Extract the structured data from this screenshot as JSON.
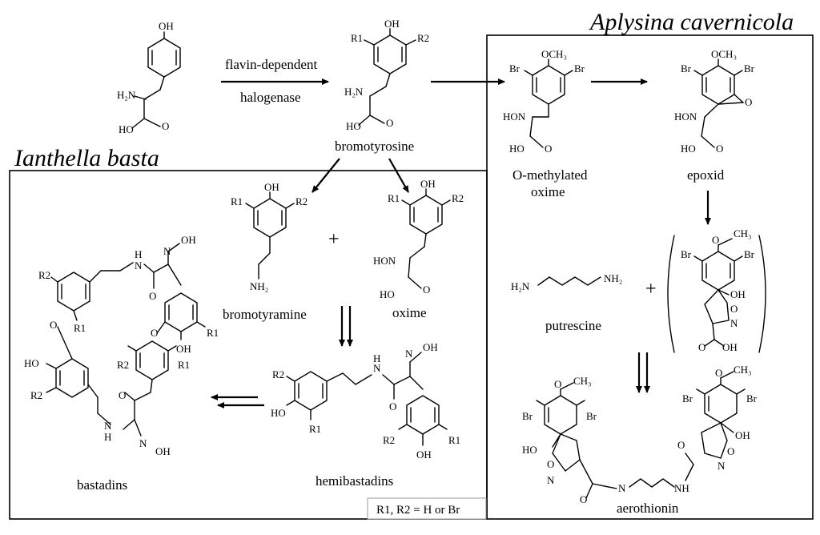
{
  "regions": {
    "aplysina": "Aplysina cavernicola",
    "ianthella": "Ianthella basta"
  },
  "enzyme": {
    "line1": "flavin-dependent",
    "line2": "halogenase"
  },
  "compounds": {
    "bromotyrosine": "bromotyrosine",
    "o_methylated_line1": "O-methylated",
    "o_methylated_line2": "oxime",
    "epoxid": "epoxid",
    "putrescine": "putrescine",
    "aerothionin": "aerothionin",
    "bromotyramine": "bromotyramine",
    "oxime": "oxime",
    "hemibastadins": "hemibastadins",
    "bastadins": "bastadins"
  },
  "legend": "R1, R2 = H or Br",
  "atoms": {
    "oh": "OH",
    "ho": "HO",
    "h2n": "H₂N",
    "nh2": "NH₂",
    "r1": "R1",
    "r2": "R2",
    "br": "Br",
    "och3": "OCH₃",
    "ch3": "CH₃",
    "o": "O",
    "n": "N",
    "h": "H",
    "hon": "HON",
    "nh": "NH"
  }
}
